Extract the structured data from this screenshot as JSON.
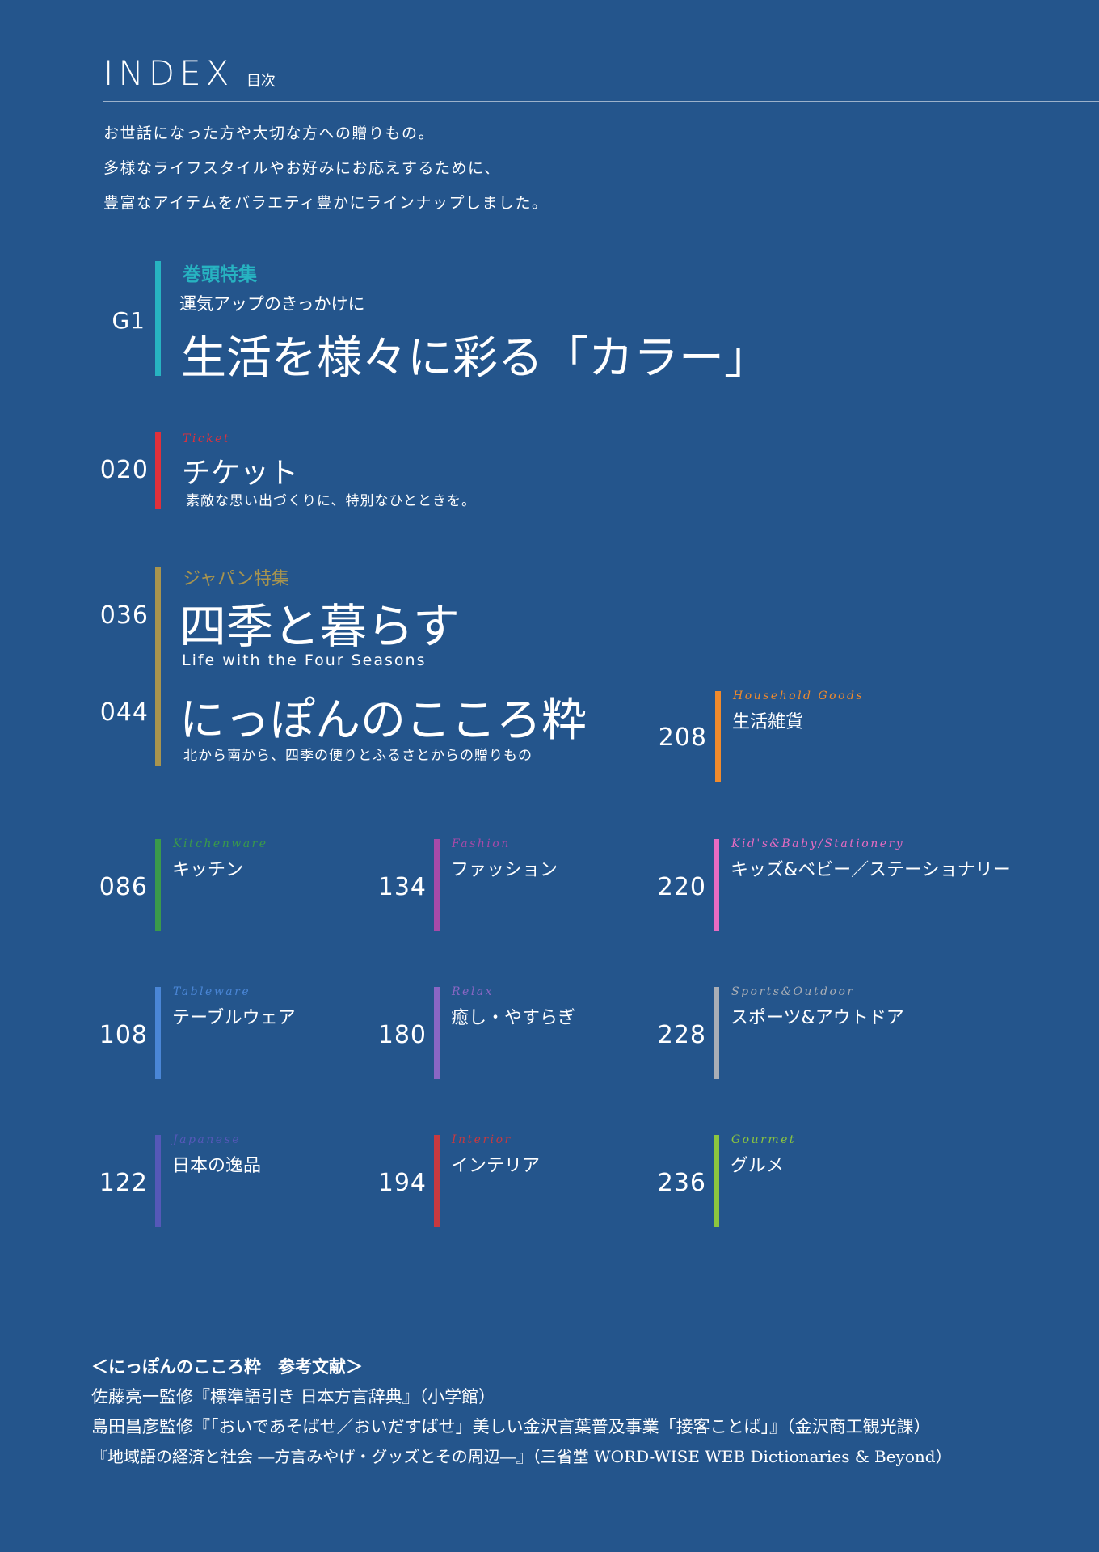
{
  "header": {
    "title": "INDEX",
    "subtitle": "目次"
  },
  "intro": [
    "お世話になった方や大切な方への贈りもの。",
    "多様なライフスタイルやお好みにお応えするために、",
    "豊富なアイテムをバラエティ豊かにラインナップしました。"
  ],
  "feature_g1": {
    "page": "G1",
    "label": "巻頭特集",
    "sub": "運気アップのきっかけに",
    "title": "生活を様々に彩る「カラー」",
    "color": "#27b3c1"
  },
  "ticket": {
    "page": "020",
    "en": "Ticket",
    "jp": "チケット",
    "desc": "素敵な思い出づくりに、特別なひとときを。",
    "color": "#e0303b"
  },
  "japan": {
    "label": "ジャパン特集",
    "color": "#a8944e",
    "season": {
      "page": "036",
      "title": "四季と暮らす",
      "en": "Life with the Four Seasons"
    },
    "kokoro": {
      "page": "044",
      "title": "にっぽんのこころ粋",
      "desc": "北から南から、四季の便りとふるさとからの贈りもの"
    }
  },
  "household": {
    "page": "208",
    "en": "Household Goods",
    "jp": "生活雑貨",
    "color": "#f08a2c"
  },
  "categories": [
    {
      "page": "086",
      "en": "Kitchenware",
      "jp": "キッチン",
      "color": "#3a9a4a"
    },
    {
      "page": "134",
      "en": "Fashion",
      "jp": "ファッション",
      "color": "#a74aa8"
    },
    {
      "page": "220",
      "en": "Kid's&Baby/Stationery",
      "jp": "キッズ&ベビー／ステーショナリー",
      "color": "#e86bc2"
    },
    {
      "page": "108",
      "en": "Tableware",
      "jp": "テーブルウェア",
      "color": "#4a86d6"
    },
    {
      "page": "180",
      "en": "Relax",
      "jp": "癒し・やすらぎ",
      "color": "#8a66c4"
    },
    {
      "page": "228",
      "en": "Sports&Outdoor",
      "jp": "スポーツ&アウトドア",
      "color": "#a9aeb6"
    },
    {
      "page": "122",
      "en": "Japanese",
      "jp": "日本の逸品",
      "color": "#5558b8"
    },
    {
      "page": "194",
      "en": "Interior",
      "jp": "インテリア",
      "color": "#c8393f"
    },
    {
      "page": "236",
      "en": "Gourmet",
      "jp": "グルメ",
      "color": "#8cc63e"
    }
  ],
  "references": {
    "heading": "＜にっぽんのこころ粋　参考文献＞",
    "items": [
      "佐藤亮一監修『標準語引き 日本方言辞典』（小学館）",
      "島田昌彦監修『「おいであそばせ／おいだすばせ」美しい金沢言葉普及事業「接客ことば」』（金沢商工観光課）",
      "『地域語の経済と社会 ―方言みやげ・グッズとその周辺―』（三省堂 WORD-WISE WEB Dictionaries & Beyond）"
    ]
  }
}
